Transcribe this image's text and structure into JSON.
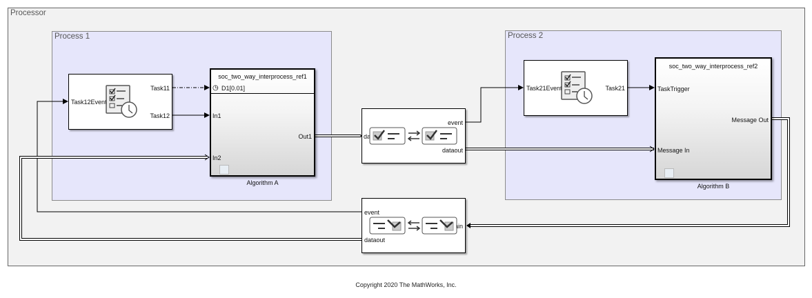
{
  "areas": {
    "processor": "Processor",
    "process1": "Process 1",
    "process2": "Process 2"
  },
  "task_manager_1": {
    "inputs": [
      "Task12Event"
    ],
    "outputs": [
      "Task11",
      "Task12"
    ]
  },
  "algorithm_a": {
    "title": "soc_two_way_interprocess_ref1",
    "trigger_port": "D1[0.01]",
    "inputs": [
      "In1",
      "In2"
    ],
    "outputs": [
      "Out1"
    ],
    "label": "Algorithm A"
  },
  "ipc_channel_top": {
    "inputs": [
      "datain"
    ],
    "outputs": [
      "event",
      "dataout"
    ]
  },
  "ipc_channel_bottom": {
    "inputs": [
      "datain"
    ],
    "outputs": [
      "event",
      "dataout"
    ]
  },
  "task_manager_2": {
    "inputs": [
      "Task21Event"
    ],
    "outputs": [
      "Task21"
    ]
  },
  "algorithm_b": {
    "title": "soc_two_way_interprocess_ref2",
    "inputs": [
      "TaskTrigger",
      "Message In"
    ],
    "outputs": [
      "Message Out"
    ],
    "label": "Algorithm B"
  },
  "footer": "Copyright 2020 The MathWorks, Inc."
}
